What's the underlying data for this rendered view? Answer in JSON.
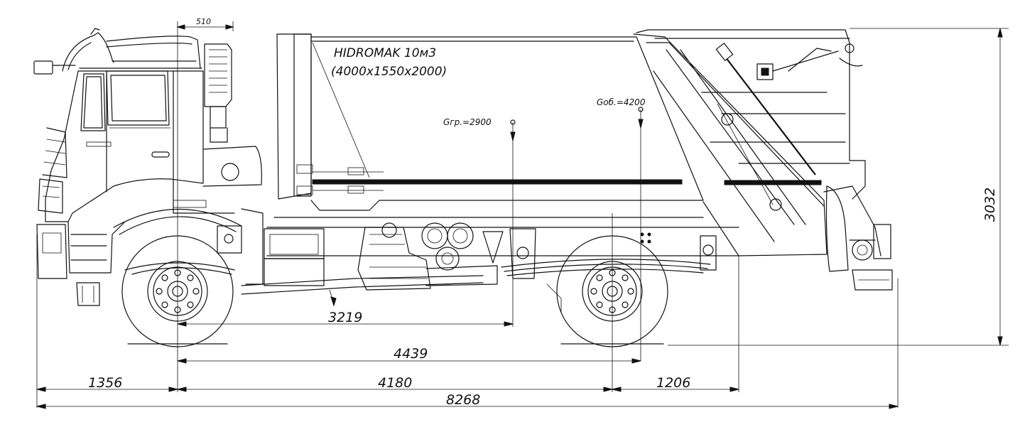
{
  "body_label": {
    "name": "HIDROMAK 10м3",
    "size": "(4000x1550x2000)"
  },
  "loads": {
    "gross": "Gгр.=2900",
    "total": "Gоб.=4200"
  },
  "dimensions": {
    "cab_top": "510",
    "height": "3032",
    "cg_gross": "3219",
    "cg_total": "4439",
    "front_overhang": "1356",
    "wheelbase": "4180",
    "rear_overhang": "1206",
    "overall_length": "8268"
  }
}
